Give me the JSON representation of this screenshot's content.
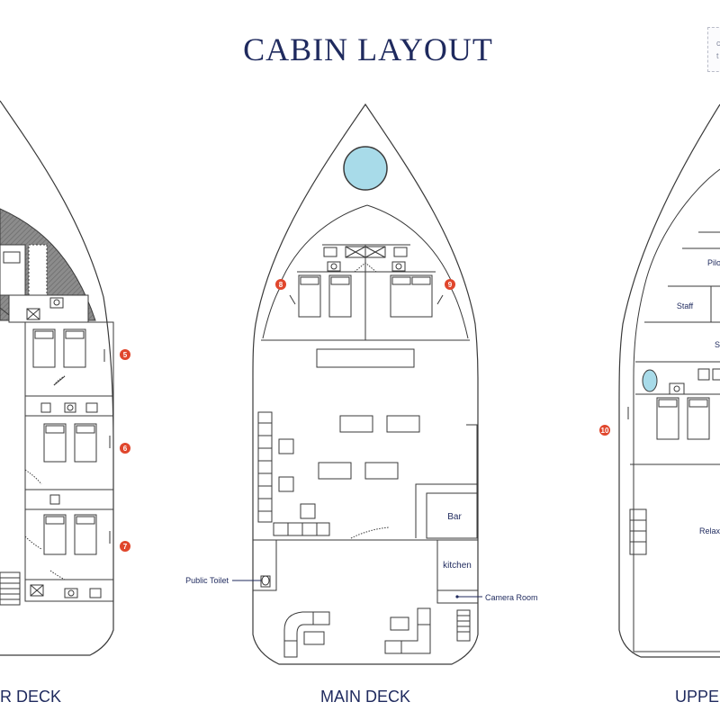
{
  "title": "CABIN LAYOUT",
  "corner_note": {
    "line1": "c",
    "line2": "t"
  },
  "colors": {
    "navy": "#1f2a5e",
    "line": "#3a3a3a",
    "hatch": "#7a7a7a",
    "marker": "#e0462c",
    "pool": "#a8dbe9"
  },
  "decks": {
    "lower": {
      "label": "R DECK"
    },
    "main": {
      "label": "MAIN DECK"
    },
    "upper": {
      "label": "UPPE"
    }
  },
  "cabins": [
    "5",
    "6",
    "7",
    "8",
    "9",
    "10"
  ],
  "rooms": {
    "bar": "Bar",
    "kitchen": "kitchen",
    "pilot": "Pilo",
    "staff": "Staff",
    "upper_s": "S",
    "relax": "Relax"
  },
  "callouts": {
    "public_toilet": "Public Toilet",
    "camera_room": "Camera Room"
  }
}
